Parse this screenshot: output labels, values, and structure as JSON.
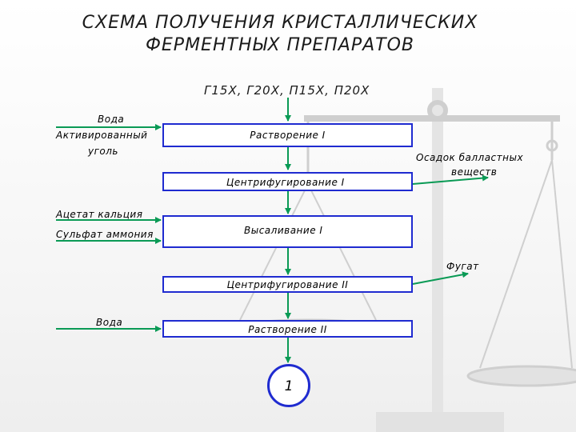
{
  "title_line1": "СХЕМА ПОЛУЧЕНИЯ КРИСТАЛЛИЧЕСКИХ",
  "title_line2": "ФЕРМЕНТНЫХ ПРЕПАРАТОВ",
  "source": "Г15Х, Г20Х, П15Х, П20Х",
  "inputs": {
    "water1": "Вода",
    "carbon_line1": "Активированный",
    "carbon_line2": "уголь",
    "acetate": "Ацетат кальция",
    "sulfate": "Сульфат аммония",
    "water2": "Вода"
  },
  "steps": {
    "dissolve1": "Растворение I",
    "centrifuge1": "Центрифугирование I",
    "salting": "Высаливание I",
    "centrifuge2": "Центрифугирование II",
    "dissolve2": "Растворение II"
  },
  "outputs": {
    "sediment_line1": "Осадок балластных",
    "sediment_line2": "веществ",
    "fugat": "Фугат"
  },
  "end_node": "1",
  "colors": {
    "box_border": "#1f2bd0",
    "arrow": "#0a9a55",
    "text": "#000000"
  }
}
